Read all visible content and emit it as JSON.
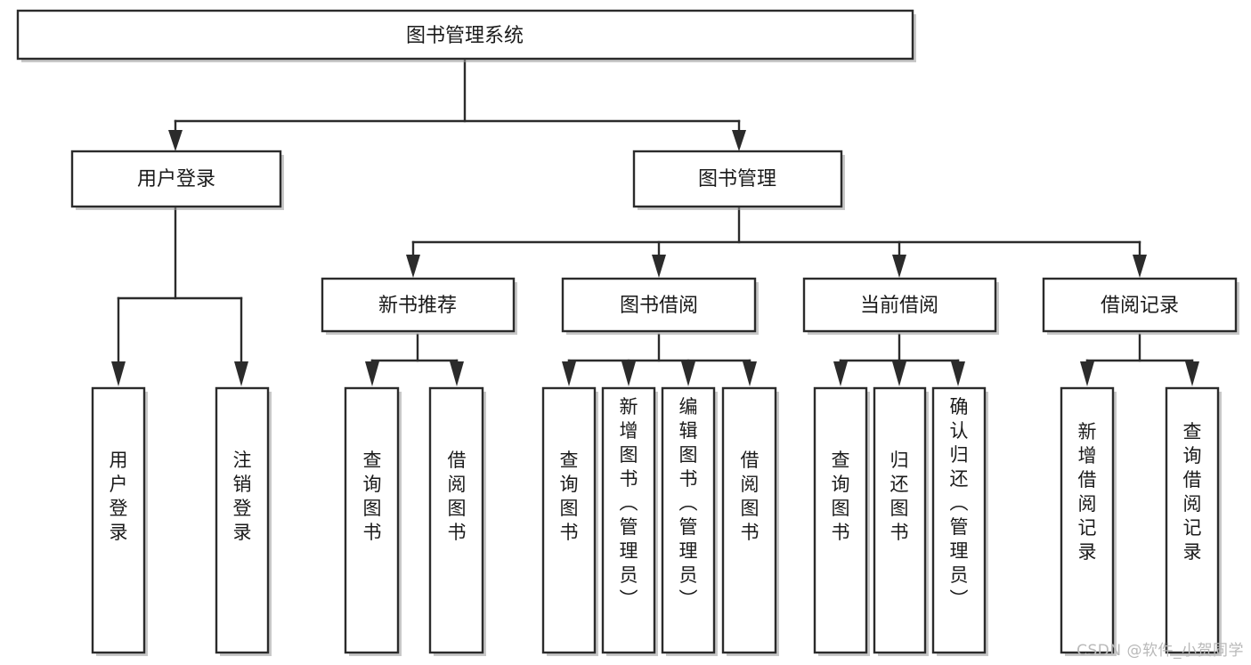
{
  "diagram": {
    "kind": "tree-functional-structure",
    "root": {
      "id": "root",
      "label": "图书管理系统"
    },
    "level2": [
      {
        "id": "user-login",
        "label": "用户登录"
      },
      {
        "id": "book-manage",
        "label": "图书管理"
      }
    ],
    "level3": [
      {
        "id": "new-book-rec",
        "label": "新书推荐",
        "parent": "book-manage"
      },
      {
        "id": "book-borrow",
        "label": "图书借阅",
        "parent": "book-manage"
      },
      {
        "id": "current-borrow",
        "label": "当前借阅",
        "parent": "book-manage"
      },
      {
        "id": "borrow-record",
        "label": "借阅记录",
        "parent": "book-manage"
      }
    ],
    "leaves": [
      {
        "id": "leaf-user-login",
        "label": "用户登录",
        "parent": "user-login"
      },
      {
        "id": "leaf-user-logout",
        "label": "注销登录",
        "parent": "user-login"
      },
      {
        "id": "leaf-query-book-1",
        "label": "查询图书",
        "parent": "new-book-rec"
      },
      {
        "id": "leaf-borrow-book-1",
        "label": "借阅图书",
        "parent": "new-book-rec"
      },
      {
        "id": "leaf-query-book-2",
        "label": "查询图书",
        "parent": "book-borrow"
      },
      {
        "id": "leaf-add-book",
        "label": "新增图书（管理员）",
        "parent": "book-borrow"
      },
      {
        "id": "leaf-edit-book",
        "label": "编辑图书（管理员）",
        "parent": "book-borrow"
      },
      {
        "id": "leaf-borrow-book-2",
        "label": "借阅图书",
        "parent": "book-borrow"
      },
      {
        "id": "leaf-query-book-3",
        "label": "查询图书",
        "parent": "current-borrow"
      },
      {
        "id": "leaf-return-book",
        "label": "归还图书",
        "parent": "current-borrow"
      },
      {
        "id": "leaf-confirm-return",
        "label": "确认归还（管理员）",
        "parent": "current-borrow"
      },
      {
        "id": "leaf-add-record",
        "label": "新增借阅记录",
        "parent": "borrow-record"
      },
      {
        "id": "leaf-query-record",
        "label": "查询借阅记录",
        "parent": "borrow-record"
      }
    ]
  },
  "watermark": {
    "text": "CSDN @软件_小贺同学"
  },
  "colors": {
    "stroke": "#2b2b2b",
    "fill": "#ffffff",
    "text": "#1a1a1a",
    "watermark": "#b9b9b9",
    "background": "#ffffff"
  }
}
